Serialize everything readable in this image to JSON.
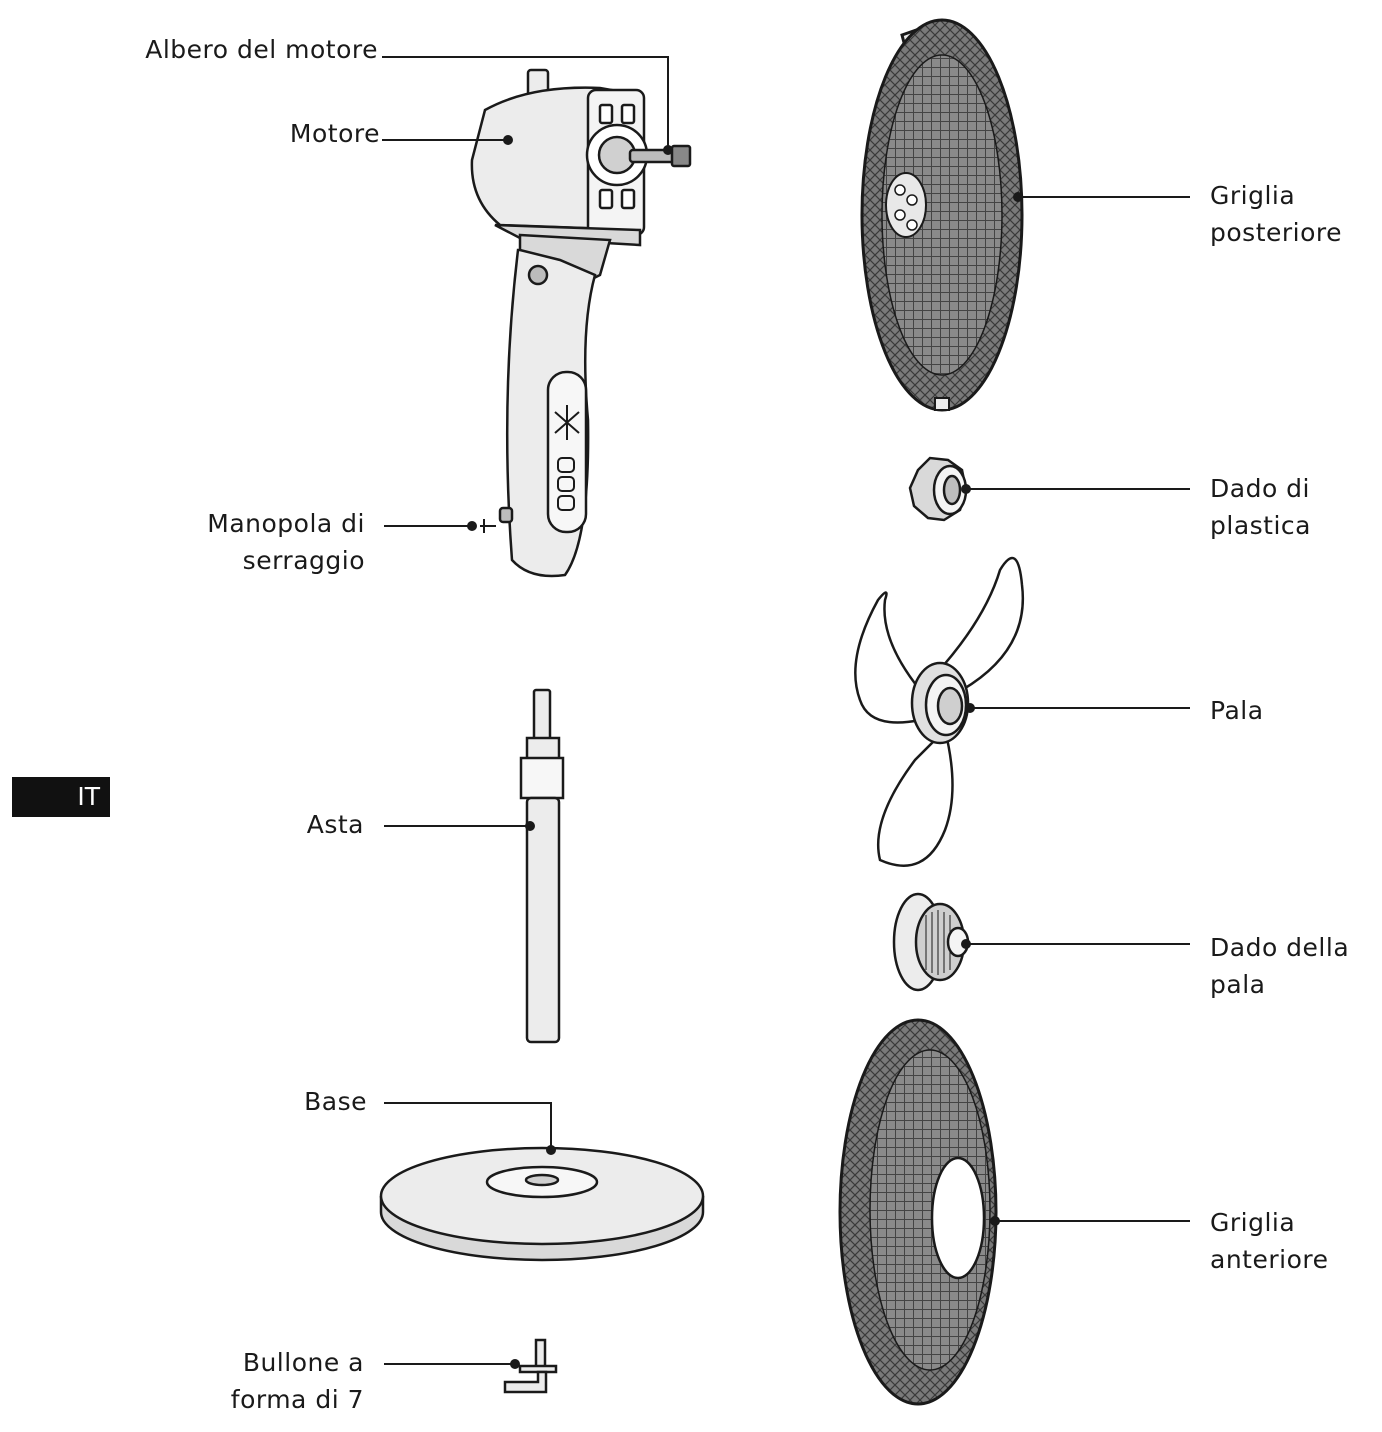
{
  "language_tab": "IT",
  "labels": {
    "motor_shaft": {
      "lines": [
        "Albero del motore"
      ]
    },
    "motor": {
      "lines": [
        "Motore"
      ]
    },
    "clamp_knob": {
      "lines": [
        "Manopola di",
        "serraggio"
      ]
    },
    "pole": {
      "lines": [
        "Asta"
      ]
    },
    "base": {
      "lines": [
        "Base"
      ]
    },
    "bolt": {
      "lines": [
        "Bullone a",
        "forma di 7"
      ]
    },
    "rear_grille": {
      "lines": [
        "Griglia",
        "posteriore"
      ]
    },
    "plastic_nut": {
      "lines": [
        "Dado di",
        "plastica"
      ]
    },
    "blade": {
      "lines": [
        "Pala"
      ]
    },
    "blade_nut": {
      "lines": [
        "Dado della",
        "pala"
      ]
    },
    "front_grille": {
      "lines": [
        "Griglia",
        "anteriore"
      ]
    }
  },
  "colors": {
    "line": "#1a1a1a",
    "fill_light": "#ececec",
    "fill_mid": "#d9d9d9",
    "grille": "#555555",
    "tab_bg": "#111111"
  }
}
